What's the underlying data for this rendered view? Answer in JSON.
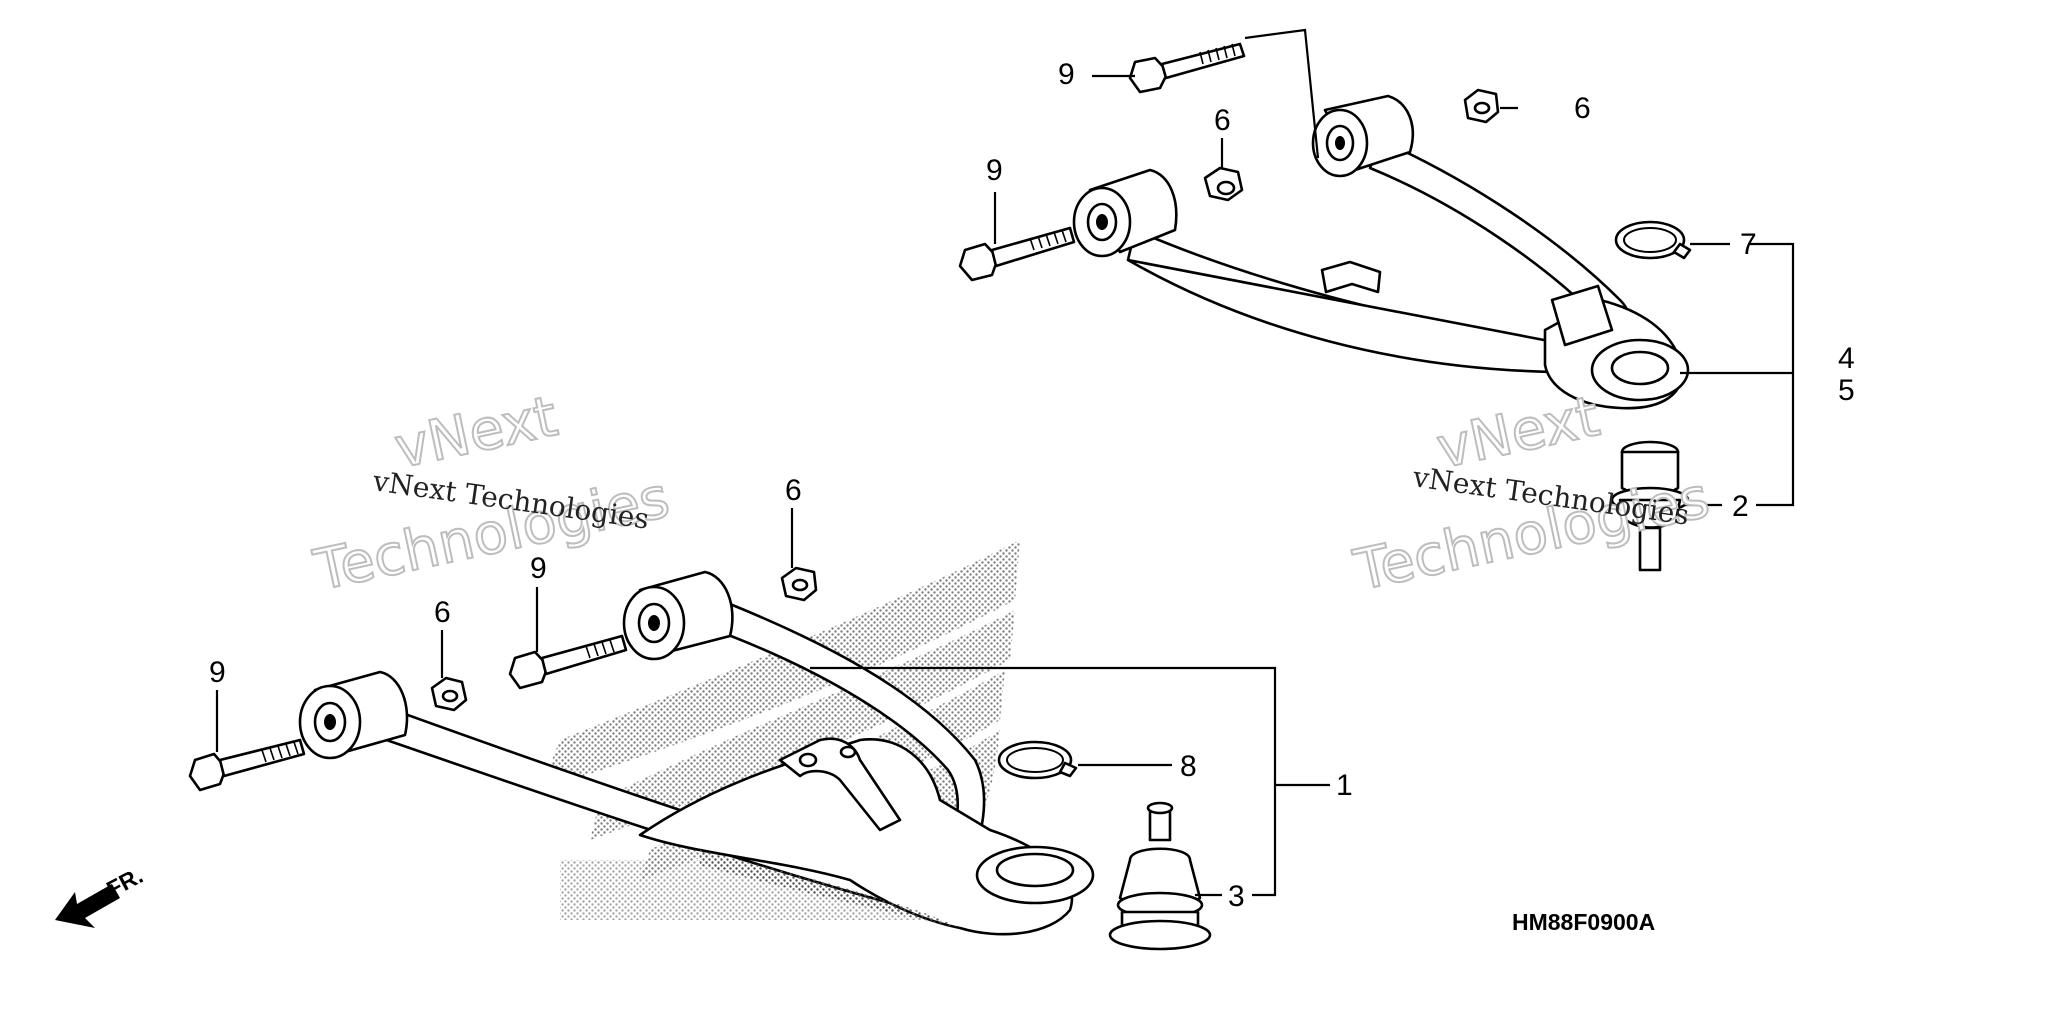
{
  "diagram": {
    "parts": [
      {
        "key": "p1",
        "label": "1"
      },
      {
        "key": "p2",
        "label": "2"
      },
      {
        "key": "p3",
        "label": "3"
      },
      {
        "key": "p4",
        "label": "4"
      },
      {
        "key": "p5",
        "label": "5"
      },
      {
        "key": "p6a",
        "label": "6"
      },
      {
        "key": "p6b",
        "label": "6"
      },
      {
        "key": "p6c",
        "label": "6"
      },
      {
        "key": "p6d",
        "label": "6"
      },
      {
        "key": "p7",
        "label": "7"
      },
      {
        "key": "p8",
        "label": "8"
      },
      {
        "key": "p9a",
        "label": "9"
      },
      {
        "key": "p9b",
        "label": "9"
      },
      {
        "key": "p9c",
        "label": "9"
      },
      {
        "key": "p9d",
        "label": "9"
      }
    ],
    "front_indicator": "FR.",
    "diagram_code": "HM88F0900A",
    "watermark": {
      "company": "vNext Technologies",
      "word1": "vNext",
      "word2": "Technologies"
    },
    "colors": {
      "ink": "#000000",
      "paper": "#ffffff",
      "watermark_outline": "#bdbdbd"
    }
  }
}
